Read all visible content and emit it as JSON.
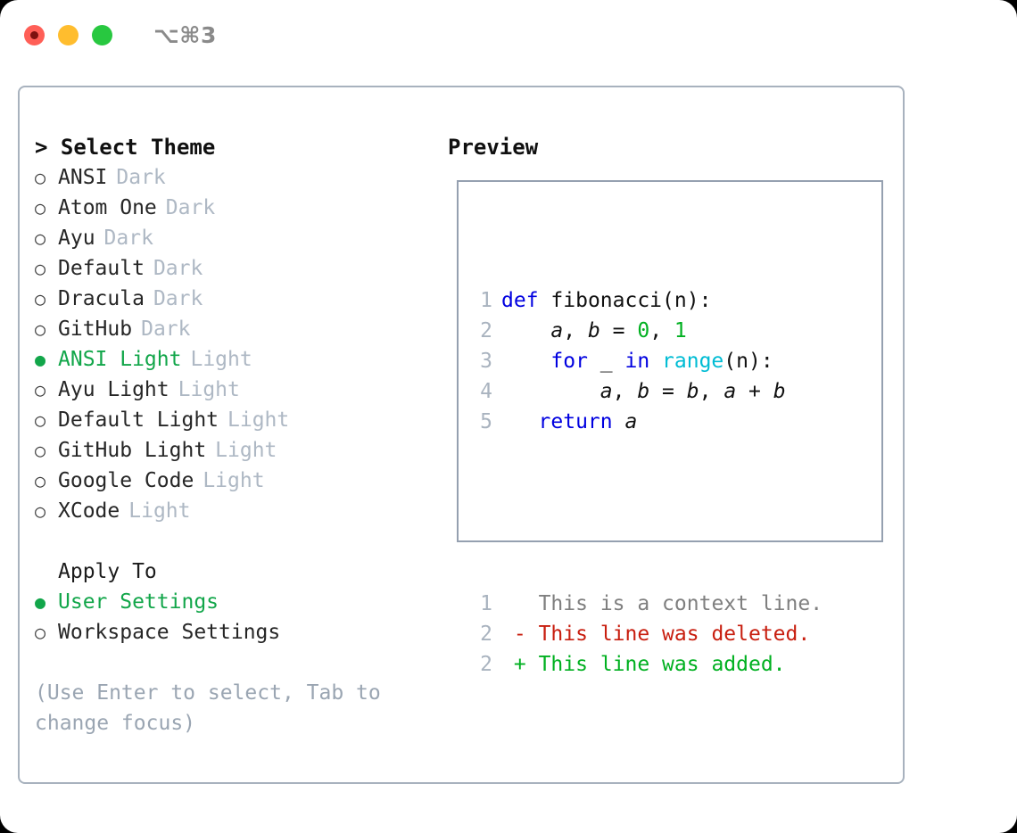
{
  "window": {
    "shortcut_label": "⌥⌘3",
    "traffic_lights": [
      "close",
      "minimize",
      "maximize"
    ]
  },
  "left": {
    "header": "> Select Theme",
    "themes": [
      {
        "marker": "○",
        "name": "ANSI",
        "kind": "Dark",
        "selected": false
      },
      {
        "marker": "○",
        "name": "Atom One",
        "kind": "Dark",
        "selected": false
      },
      {
        "marker": "○",
        "name": "Ayu",
        "kind": "Dark",
        "selected": false
      },
      {
        "marker": "○",
        "name": "Default",
        "kind": "Dark",
        "selected": false
      },
      {
        "marker": "○",
        "name": "Dracula",
        "kind": "Dark",
        "selected": false
      },
      {
        "marker": "○",
        "name": "GitHub",
        "kind": "Dark",
        "selected": false
      },
      {
        "marker": "●",
        "name": "ANSI Light",
        "kind": "Light",
        "selected": true
      },
      {
        "marker": "○",
        "name": "Ayu Light",
        "kind": "Light",
        "selected": false
      },
      {
        "marker": "○",
        "name": "Default Light",
        "kind": "Light",
        "selected": false
      },
      {
        "marker": "○",
        "name": "GitHub Light",
        "kind": "Light",
        "selected": false
      },
      {
        "marker": "○",
        "name": "Google Code",
        "kind": "Light",
        "selected": false
      },
      {
        "marker": "○",
        "name": "XCode",
        "kind": "Light",
        "selected": false
      }
    ],
    "apply_to_header": "Apply To",
    "apply_to": [
      {
        "marker": "●",
        "name": "User Settings",
        "selected": true
      },
      {
        "marker": "○",
        "name": "Workspace Settings",
        "selected": false
      }
    ],
    "hint": "(Use Enter to select, Tab to change focus)"
  },
  "right": {
    "header": "Preview",
    "code_lines": [
      {
        "num": "1",
        "tokens": [
          {
            "t": "def",
            "c": "kw"
          },
          {
            "t": " ",
            "c": "plain"
          },
          {
            "t": "fibonacci(n):",
            "c": "plain"
          }
        ]
      },
      {
        "num": "2",
        "tokens": [
          {
            "t": "    ",
            "c": "plain"
          },
          {
            "t": "a",
            "c": "var"
          },
          {
            "t": ", ",
            "c": "plain"
          },
          {
            "t": "b",
            "c": "var"
          },
          {
            "t": " = ",
            "c": "plain"
          },
          {
            "t": "0",
            "c": "num"
          },
          {
            "t": ", ",
            "c": "plain"
          },
          {
            "t": "1",
            "c": "num"
          }
        ]
      },
      {
        "num": "3",
        "tokens": [
          {
            "t": "    ",
            "c": "plain"
          },
          {
            "t": "for",
            "c": "kw"
          },
          {
            "t": " _ ",
            "c": "plain"
          },
          {
            "t": "in",
            "c": "kw"
          },
          {
            "t": " ",
            "c": "plain"
          },
          {
            "t": "range",
            "c": "fn"
          },
          {
            "t": "(n):",
            "c": "plain"
          }
        ]
      },
      {
        "num": "4",
        "tokens": [
          {
            "t": "        ",
            "c": "plain"
          },
          {
            "t": "a",
            "c": "var"
          },
          {
            "t": ", ",
            "c": "plain"
          },
          {
            "t": "b",
            "c": "var"
          },
          {
            "t": " = ",
            "c": "plain"
          },
          {
            "t": "b",
            "c": "var"
          },
          {
            "t": ", ",
            "c": "plain"
          },
          {
            "t": "a",
            "c": "var"
          },
          {
            "t": " + ",
            "c": "plain"
          },
          {
            "t": "b",
            "c": "var"
          }
        ]
      },
      {
        "num": "5",
        "tokens": [
          {
            "t": "   ",
            "c": "plain"
          },
          {
            "t": "return",
            "c": "kw"
          },
          {
            "t": " ",
            "c": "plain"
          },
          {
            "t": "a",
            "c": "var"
          }
        ]
      }
    ],
    "diff_lines": [
      {
        "num": "1",
        "sign": " ",
        "text": "This is a context line.",
        "kind": "ctx"
      },
      {
        "num": "2",
        "sign": "-",
        "text": "This line was deleted.",
        "kind": "del"
      },
      {
        "num": "2",
        "sign": "+",
        "text": "This line was added.",
        "kind": "add"
      }
    ]
  },
  "colors": {
    "accent_green": "#12a64a",
    "muted": "#aeb8c4",
    "border": "#a8b2be",
    "preview_border": "#95a0b0",
    "kw_blue": "#0000e0",
    "num_green": "#00b020",
    "fn_cyan": "#00bcd4",
    "diff_del": "#c81e0f",
    "diff_add": "#00b020",
    "diff_ctx": "#7f7f7f"
  }
}
